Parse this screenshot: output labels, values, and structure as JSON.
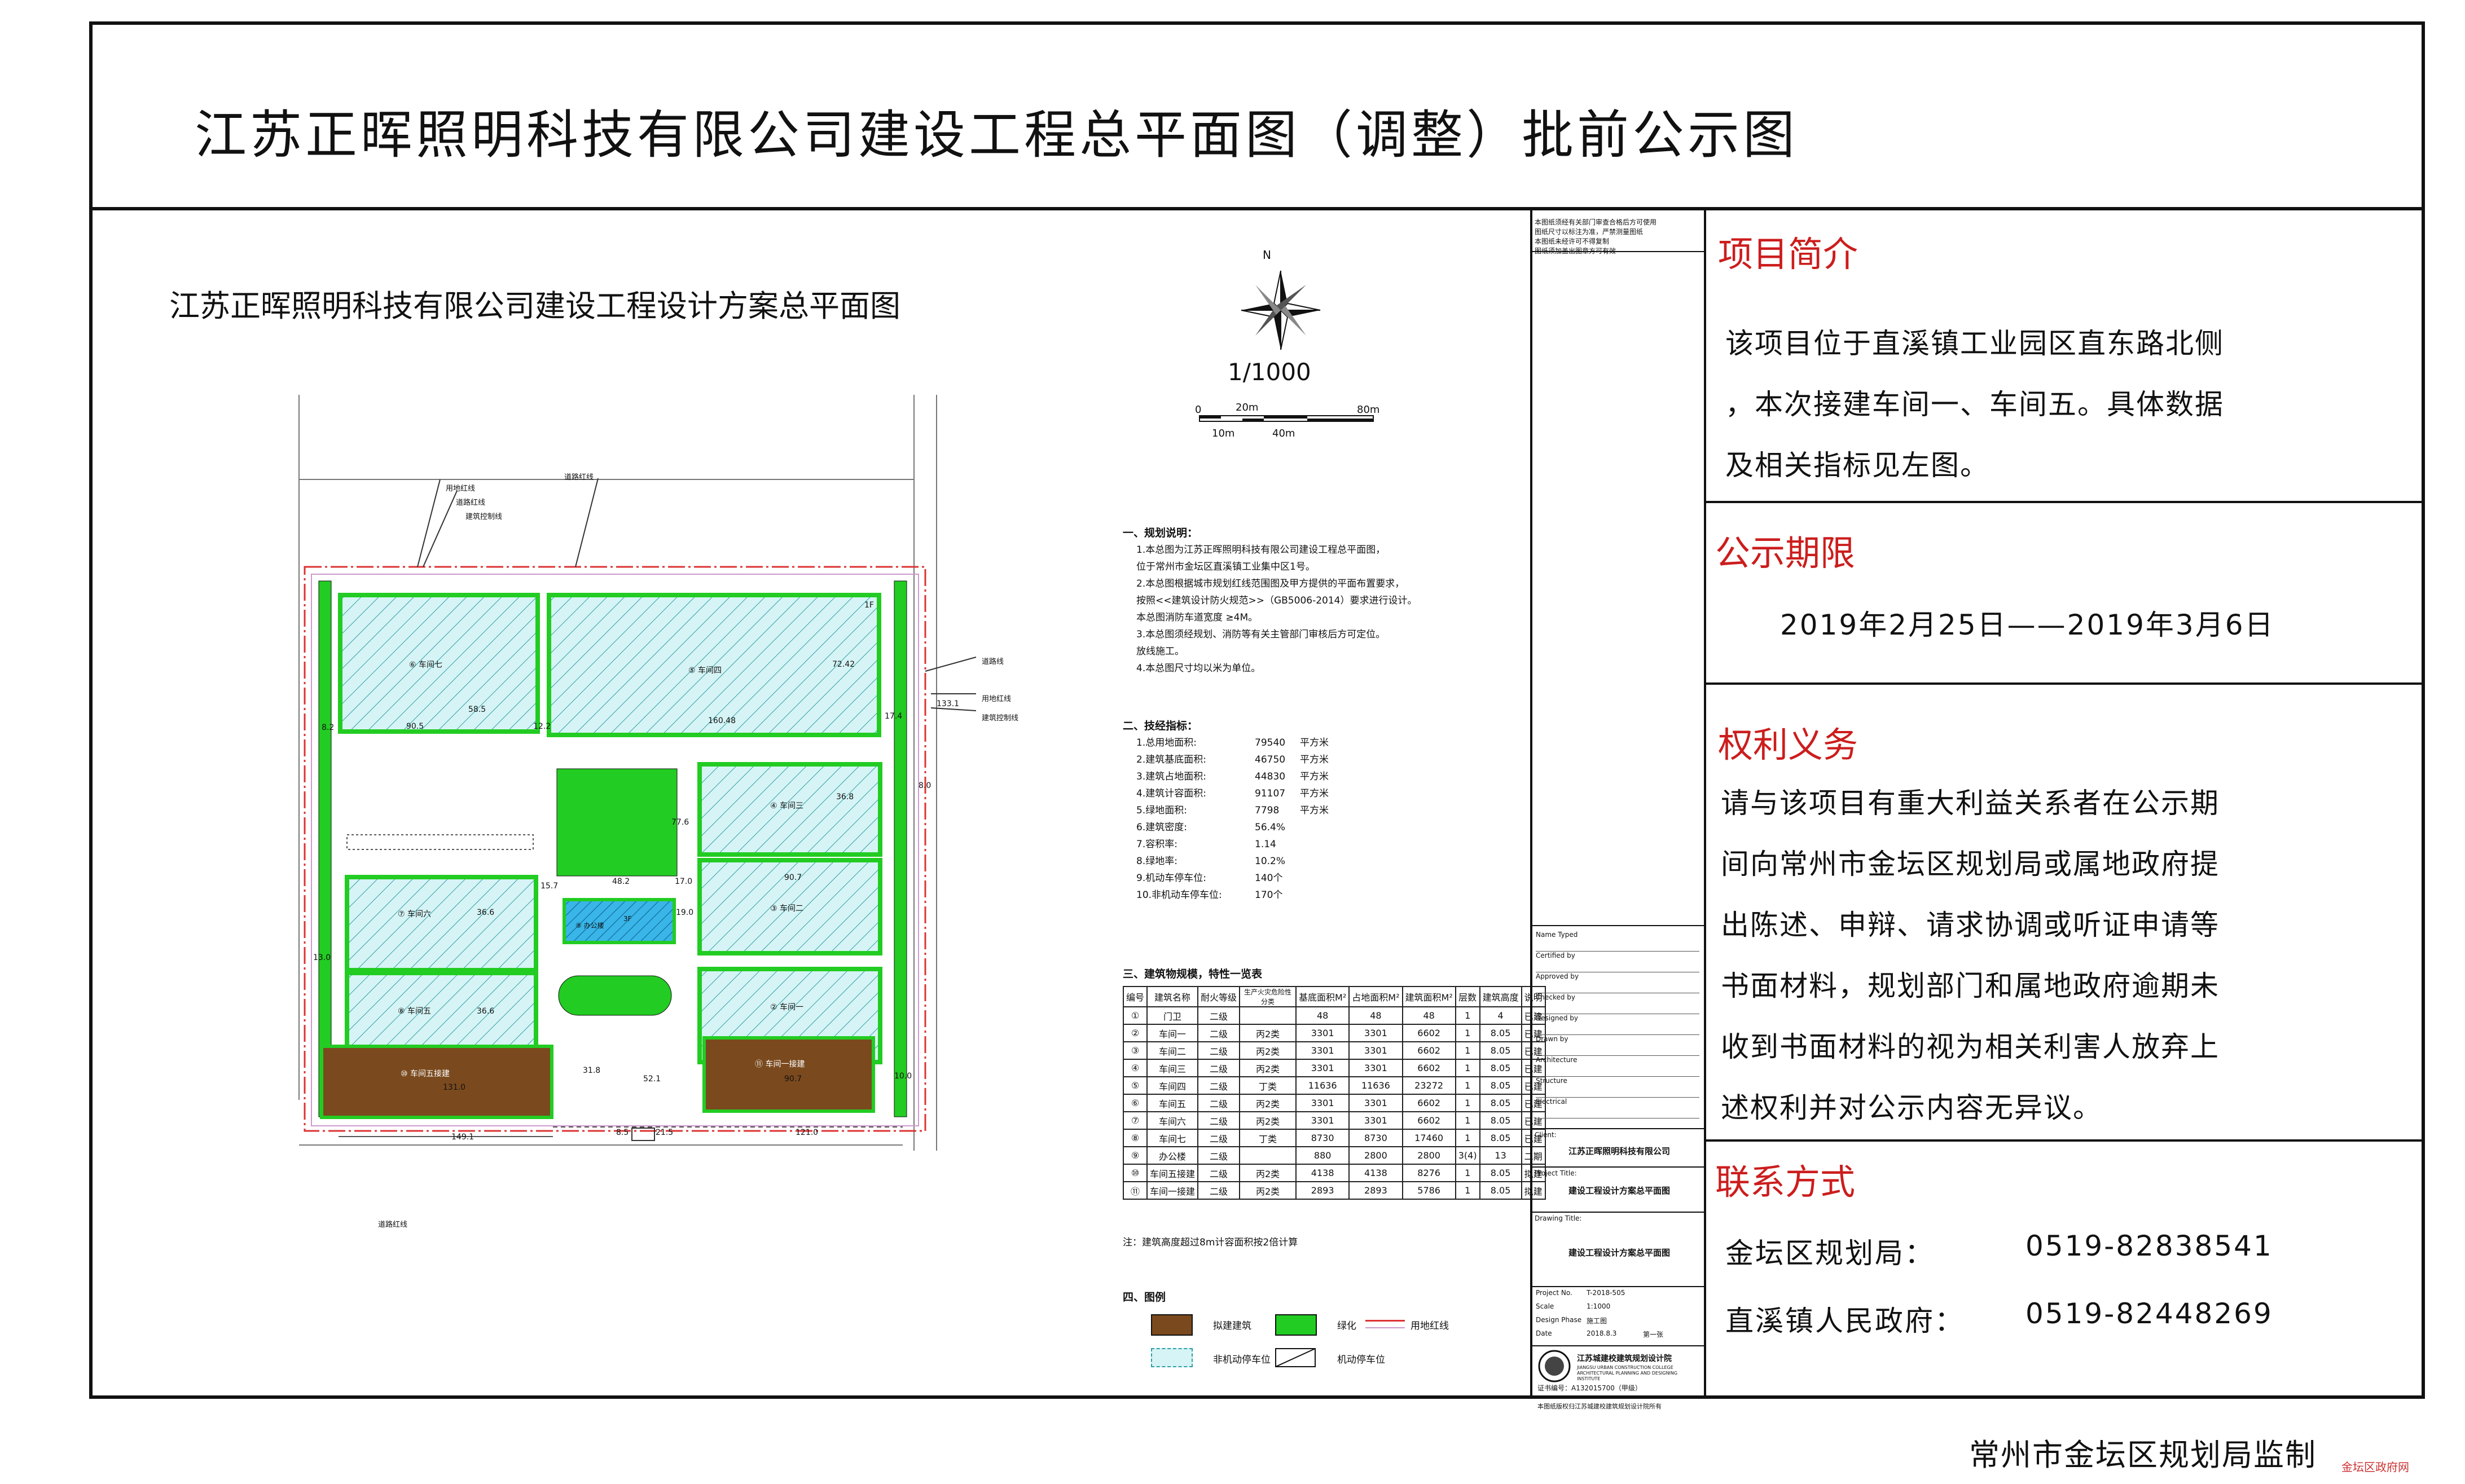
{
  "header": {
    "title": "江苏正晖照明科技有限公司建设工程总平面图（调整）批前公示图"
  },
  "plan": {
    "title": "江苏正晖照明科技有限公司建设工程设计方案总平面图",
    "north_label": "N",
    "scale": "1/1000",
    "scale_bar": {
      "l0": "0",
      "l20": "20m",
      "l80": "80m",
      "l10": "10m",
      "l40": "40m"
    },
    "site_labels": {
      "red_line_1": "用地红线",
      "road_red_1": "道路红线",
      "road_red_2": "道路红线",
      "setback_1": "建筑控制线",
      "red_line_2": "用地红线",
      "setback_2": "建筑控制线",
      "road_bottom": "道路红线",
      "road_line_1": "道路线"
    },
    "buildings": [
      {
        "id": "b7",
        "label": "⑥ 车间七"
      },
      {
        "id": "b4",
        "label": "⑤ 车间四"
      },
      {
        "id": "b3",
        "label": "④ 车间三"
      },
      {
        "id": "b6",
        "label": "⑦ 车间六"
      },
      {
        "id": "b2",
        "label": "③ 车间二"
      },
      {
        "id": "b5",
        "label": "⑧ 车间五"
      },
      {
        "id": "b1",
        "label": "② 车间一"
      },
      {
        "id": "bo",
        "label": "⑨ 办公楼"
      },
      {
        "id": "e5",
        "label": "⑩ 车间五接建"
      },
      {
        "id": "e1",
        "label": "⑪ 车间一接建"
      }
    ],
    "dims": [
      "90.5",
      "58.5",
      "160.48",
      "72.42",
      "12.2",
      "8.2",
      "36.8",
      "31.8",
      "77.6",
      "48.2",
      "15.7",
      "17.0",
      "19.0",
      "90.7",
      "36.6",
      "36.6",
      "13.0",
      "131.0",
      "52.1",
      "90.7",
      "149.1",
      "121.0",
      "133.1",
      "17.4",
      "8.0",
      "10.0",
      "8.5",
      "21.5",
      "1F",
      "3F"
    ],
    "notes": {
      "heading": "一、规划说明：",
      "lines": [
        "1.本总图为江苏正晖照明科技有限公司建设工程总平面图，",
        "位于常州市金坛区直溪镇工业集中区1号。",
        "2.本总图根据城市规划红线范围图及甲方提供的平面布置要求，",
        "按照<<建筑设计防火规范>>（GB5006-2014）要求进行设计。",
        "本总图消防车道宽度                ≥4M。",
        "3.本总图须经规划、消防等有关主管部门审核后方可定位。",
        "放线施工。",
        "4.本总图尺寸均以米为单位。"
      ]
    },
    "indicators": {
      "heading": "二、技经指标：",
      "rows": [
        {
          "k": "1.总用地面积:",
          "v": "79540",
          "u": "平方米"
        },
        {
          "k": "2.建筑基底面积:",
          "v": "46750",
          "u": "平方米"
        },
        {
          "k": "3.建筑占地面积:",
          "v": "44830",
          "u": "平方米"
        },
        {
          "k": "4.建筑计容面积:",
          "v": "91107",
          "u": "平方米"
        },
        {
          "k": "5.绿地面积:",
          "v": "7798",
          "u": "平方米"
        },
        {
          "k": "6.建筑密度:",
          "v": "56.4%",
          "u": ""
        },
        {
          "k": "7.容积率:",
          "v": "1.14",
          "u": ""
        },
        {
          "k": "8.绿地率:",
          "v": "10.2%",
          "u": ""
        },
        {
          "k": "9.机动车停车位:",
          "v": "140个",
          "u": ""
        },
        {
          "k": "10.非机动车停车位:",
          "v": "170个",
          "u": ""
        }
      ]
    },
    "table": {
      "heading": "三、建筑物规模，特性一览表",
      "headers": [
        "编号",
        "建筑名称",
        "耐火等级",
        "生产火灾危险性分类",
        "基底面积M²",
        "占地面积M²",
        "建筑面积M²",
        "层数",
        "建筑高度",
        "说明"
      ],
      "rows": [
        [
          "①",
          "门卫",
          "二级",
          "",
          "48",
          "48",
          "48",
          "1",
          "4",
          "已建"
        ],
        [
          "②",
          "车间一",
          "二级",
          "丙2类",
          "3301",
          "3301",
          "6602",
          "1",
          "8.05",
          "已建"
        ],
        [
          "③",
          "车间二",
          "二级",
          "丙2类",
          "3301",
          "3301",
          "6602",
          "1",
          "8.05",
          "已建"
        ],
        [
          "④",
          "车间三",
          "二级",
          "丙2类",
          "3301",
          "3301",
          "6602",
          "1",
          "8.05",
          "已建"
        ],
        [
          "⑤",
          "车间四",
          "二级",
          "丁类",
          "11636",
          "11636",
          "23272",
          "1",
          "8.05",
          "已建"
        ],
        [
          "⑥",
          "车间五",
          "二级",
          "丙2类",
          "3301",
          "3301",
          "6602",
          "1",
          "8.05",
          "已建"
        ],
        [
          "⑦",
          "车间六",
          "二级",
          "丙2类",
          "3301",
          "3301",
          "6602",
          "1",
          "8.05",
          "已建"
        ],
        [
          "⑧",
          "车间七",
          "二级",
          "丁类",
          "8730",
          "8730",
          "17460",
          "1",
          "8.05",
          "已建"
        ],
        [
          "⑨",
          "办公楼",
          "二级",
          "",
          "880",
          "2800",
          "2800",
          "3(4)",
          "13",
          "二期"
        ],
        [
          "⑩",
          "车间五接建",
          "二级",
          "丙2类",
          "4138",
          "4138",
          "8276",
          "1",
          "8.05",
          "拟建"
        ],
        [
          "⑪",
          "车间一接建",
          "二级",
          "丙2类",
          "2893",
          "2893",
          "5786",
          "1",
          "8.05",
          "拟建"
        ]
      ],
      "note": "注：建筑高度超过8m计容面积按2倍计算"
    },
    "legend": {
      "heading": "四、图例",
      "items": [
        "拟建建筑",
        "绿化",
        "用地红线",
        "非机动停车位",
        "机动停车位"
      ]
    }
  },
  "titleblock": {
    "lines_top": [
      "本图纸须经有关部门审查合格后方可使用",
      "图纸尺寸以标注为准，严禁测量图纸",
      "本图纸未经许可不得复制",
      "图纸须加盖出图章方可有效"
    ],
    "client_label": "Client:",
    "client": "江苏正晖照明科技有限公司",
    "project_label": "Project Title:",
    "project": "建设工程设计方案总平面图",
    "drawing_label": "Drawing Title:",
    "drawing": "建设工程设计方案总平面图",
    "project_no_label": "Project No.",
    "project_no": "T-2018-505",
    "scale_label": "Scale",
    "scale": "1:1000",
    "stage_label": "Design Phase",
    "stage": "施工图",
    "date_label": "Date",
    "date": "2018.8.3",
    "sheet": "第一张",
    "company_cn": "江苏城建校建筑规划设计院",
    "company_en": "JIANGSU URBAN CONSTRUCTION COLLEGE ARCHITECTURAL PLANNING AND DESIGNING INSTITUTE",
    "cert": "证书编号：A132015700（甲级）",
    "bottom_note": "本图纸版权归江苏城建校建筑规划设计院所有",
    "sig_rows": [
      "Name Typed",
      "Certified by",
      "Approved by",
      "Checked by",
      "Designed by",
      "Drawn by",
      "Architecture",
      "Structure",
      "Electrical"
    ]
  },
  "right_panel": {
    "intro_title": "项目简介",
    "intro_lines": [
      "该项目位于直溪镇工业园区直东路北侧",
      "，本次接建车间一、车间五。具体数据",
      "及相关指标见左图。"
    ],
    "period_title": "公示期限",
    "period": "2019年2月25日——2019年3月6日",
    "rights_title": "权利义务",
    "rights_lines": [
      "请与该项目有重大利益关系者在公示期",
      "间向常州市金坛区规划局或属地政府提",
      "出陈述、申辩、请求协调或听证申请等",
      "书面材料，规划部门和属地政府逾期未",
      "收到书面材料的视为相关利害人放弃上",
      "述权利并对公示内容无异议。"
    ],
    "contact_title": "联系方式",
    "contacts": [
      {
        "name": "金坛区规划局：",
        "phone": "0519-82838541"
      },
      {
        "name": "直溪镇人民政府：",
        "phone": "0519-82448269"
      }
    ]
  },
  "footer": {
    "supervisor": "常州市金坛区规划局监制",
    "watermark": "金坛区政府网"
  },
  "colors": {
    "accent_red": "#cc1d1d",
    "green": "#22cc22",
    "brown": "#7a4a1e",
    "cyan_hatch": "#bfeef0",
    "blue": "#2aa7e0"
  }
}
